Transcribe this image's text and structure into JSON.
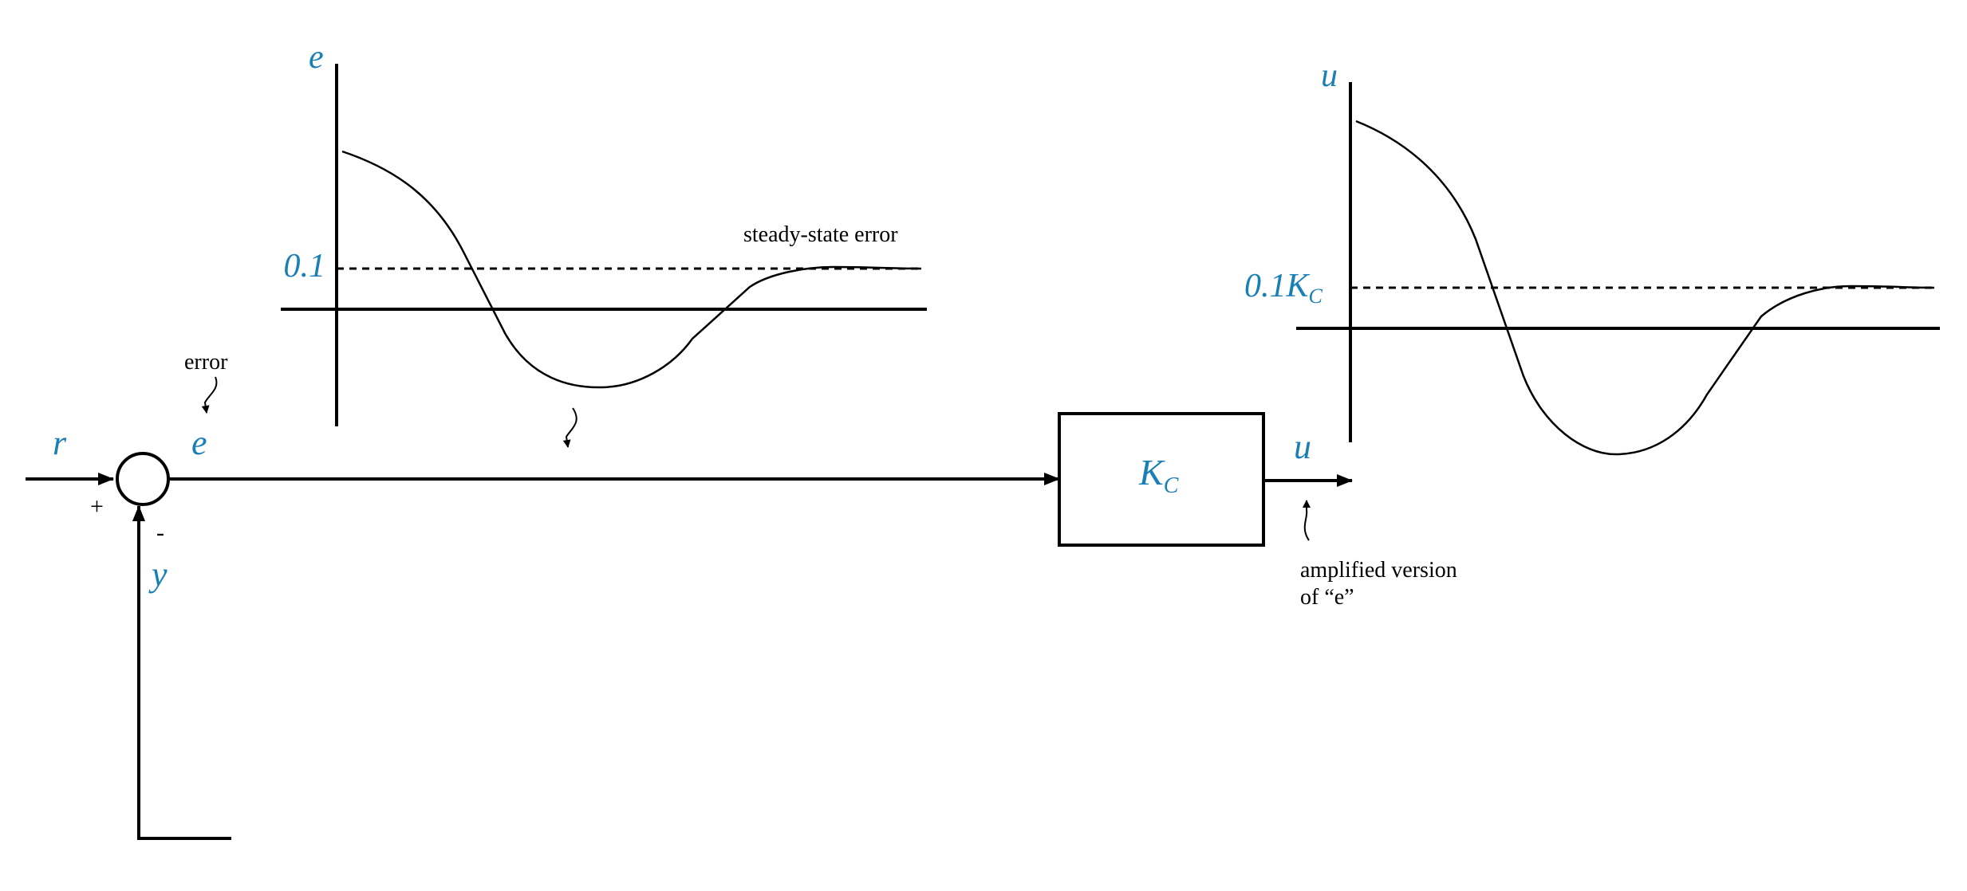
{
  "colors": {
    "accent": "#1a7fb5",
    "line": "#000000",
    "background": "#ffffff"
  },
  "signals": {
    "r": "r",
    "e": "e",
    "u": "u",
    "y": "y"
  },
  "summing_junction": {
    "plus": "+",
    "minus": "-"
  },
  "controller_block": {
    "gain_main": "K",
    "gain_sub": "C"
  },
  "annotations": {
    "error": "error",
    "steady_state_error": "steady-state error",
    "amplified_line1": "amplified version",
    "amplified_line2": "of “e”"
  },
  "error_plot": {
    "axis_label": "e",
    "steady_state_label": "0.1"
  },
  "output_plot": {
    "axis_label": "u",
    "steady_state_main": "0.1K",
    "steady_state_sub": "C"
  }
}
